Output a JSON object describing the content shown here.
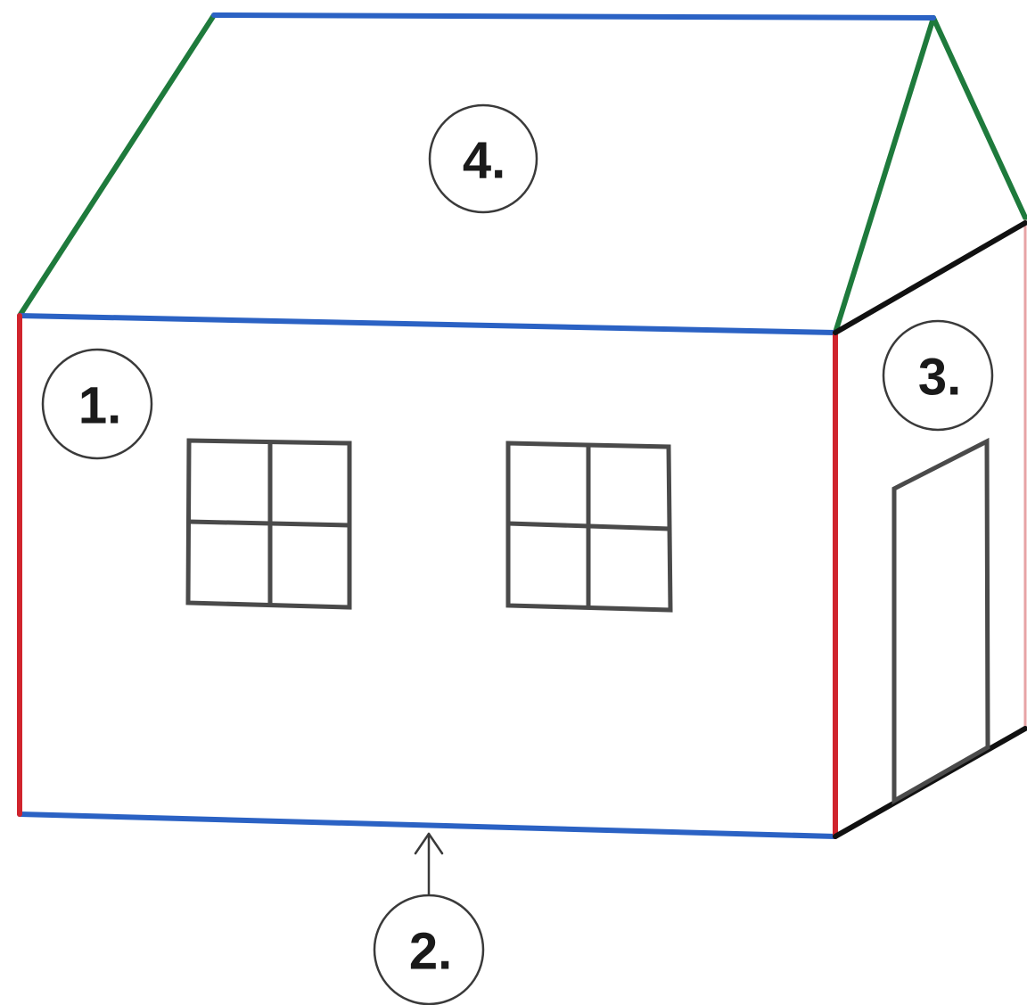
{
  "colors": {
    "roof_slope": "#1e7a3c",
    "horizontal_edge": "#2b62c4",
    "vertical_edge": "#d0242d",
    "side_edge": "#111111",
    "side_back_edge": "#e7a3a6",
    "window": "#4a4a4a",
    "door": "#4a4a4a",
    "label_outline": "#3a3a3a"
  },
  "labels": {
    "front_wall": "1.",
    "base_edge": "2.",
    "side_wall": "3.",
    "roof": "4."
  }
}
